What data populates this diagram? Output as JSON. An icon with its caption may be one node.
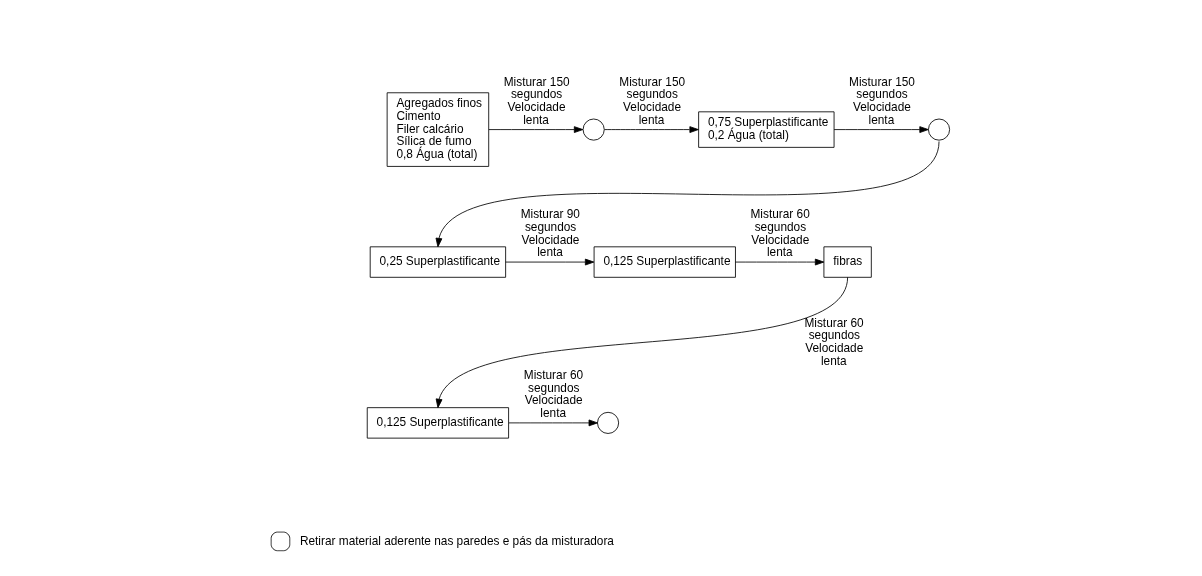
{
  "diagram": {
    "nodes": [
      {
        "text": [
          "Agregados finos",
          "Cimento",
          "Filer calcário",
          "Sílica de fumo",
          "0,8 Água (total)"
        ]
      },
      {
        "text": [],
        "shape": "circle"
      },
      {
        "text": [
          "0,75 Superplastificante",
          "0,2 Água (total)"
        ]
      },
      {
        "text": [],
        "shape": "circle"
      },
      {
        "text": [
          "0,25 Superplastificante"
        ]
      },
      {
        "text": [
          "0,125 Superplastificante"
        ]
      },
      {
        "text": [
          "fibras"
        ]
      },
      {
        "text": [
          "0,125 Superplastificante"
        ]
      },
      {
        "text": [],
        "shape": "circle"
      }
    ],
    "edges": [
      {
        "from": 0,
        "to": 1,
        "arrow": "to",
        "label": "Misturar 150 segundos Velocidade lenta"
      },
      {
        "from": 1,
        "to": 2,
        "arrow": "to",
        "label": "Misturar 150 segundos Velocidade lenta"
      },
      {
        "from": 2,
        "to": 3,
        "arrow": "to",
        "label": "Misturar 150 segundos Velocidade lenta"
      },
      {
        "from": 3,
        "to": 4,
        "arrow": "to"
      },
      {
        "from": 4,
        "to": 5,
        "arrow": "to",
        "label": "Misturar 90 segundos Velocidade lenta"
      },
      {
        "from": 5,
        "to": 6,
        "arrow": "to",
        "label": "Misturar 60 segundos Velocidade lenta"
      },
      {
        "from": 6,
        "to": 7,
        "arrow": "to",
        "label": "Misturar 60 segundos Velocidade lenta"
      },
      {
        "from": 7,
        "to": 8,
        "arrow": "to",
        "label": "Misturar 60 segundos Velocidade lenta"
      }
    ],
    "legend": [
      {
        "text": "Retirar material aderente nas paredes e pás da misturadora"
      }
    ]
  }
}
